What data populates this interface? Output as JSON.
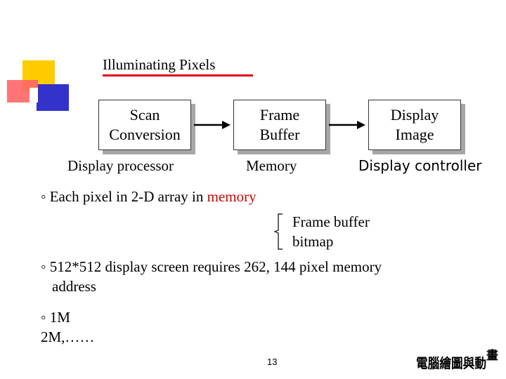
{
  "slide": {
    "title": "Illuminating Pixels",
    "boxes": [
      {
        "label": "Scan\nConversion"
      },
      {
        "label": "Frame\nBuffer"
      },
      {
        "label": "Display\nImage"
      }
    ],
    "captions": {
      "display_processor": "Display processor",
      "memory": "Memory",
      "display_controller": "Display controller"
    },
    "bullets": {
      "b1_prefix": "◦ Each pixel in 2-D array in ",
      "b1_highlight": "memory",
      "frame_buffer_terms": "Frame buffer\nbitmap",
      "b2_line1": "◦ 512*512 display screen requires 262, 144 pixel memory",
      "b2_line2": "address",
      "b3": "◦ 1M\n   2M,……"
    },
    "page_number": "13",
    "logo_text": "電腦繪圖與動畫"
  },
  "colors": {
    "title_rule": "#e0001b",
    "highlight": "#d60000",
    "square_yellow": "#ffcc00",
    "square_blue": "#3333cc",
    "square_red": "#ff6666"
  }
}
